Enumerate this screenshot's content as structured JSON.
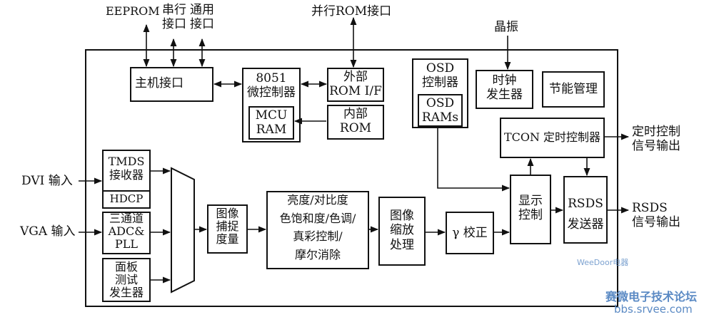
{
  "external": {
    "eeprom": "EEPROM",
    "serial": "串行\n接口",
    "general": "通用\n接口",
    "parallel_rom": "并行ROM接口",
    "crystal": "晶振",
    "dvi_in": "DVI 输入",
    "vga_in": "VGA 输入",
    "timing_out": "定时控制\n信号输出",
    "rsds_out": "RSDS\n信号输出"
  },
  "blocks": {
    "host_if": "主机接口",
    "mcu": "8051\n微控制器",
    "mcu_ram": "MCU\nRAM",
    "ext_rom_if": "外部\nROM I/F",
    "int_rom": "内部\nROM",
    "osd_ctrl": "OSD\n控制器",
    "osd_ram": "OSD\nRAMs",
    "clock_gen": "时钟\n发生器",
    "power_mgmt": "节能管理",
    "tcon": "TCON 定时控制器",
    "tmds_rx": "TMDS\n接收器",
    "hdcp": "HDCP",
    "adc_pll": "三通道\nADC&\nPLL",
    "panel_test": "面板\n测试\n发生器",
    "capture": "图像\n捕捉\n度量",
    "enhance": "亮度/对比度\n色饱和度/色调/\n真彩控制/\n摩尔消除",
    "scaler": "图像\n缩放\n处理",
    "gamma": "γ 校正",
    "display_ctrl": "显示\n控制",
    "rsds_tx": "RSDS\n发送器"
  },
  "watermark": {
    "site_cn": "赛微电子技术论坛",
    "site_url": "bbs.srvee.com",
    "small": "WeeDoor电器"
  }
}
